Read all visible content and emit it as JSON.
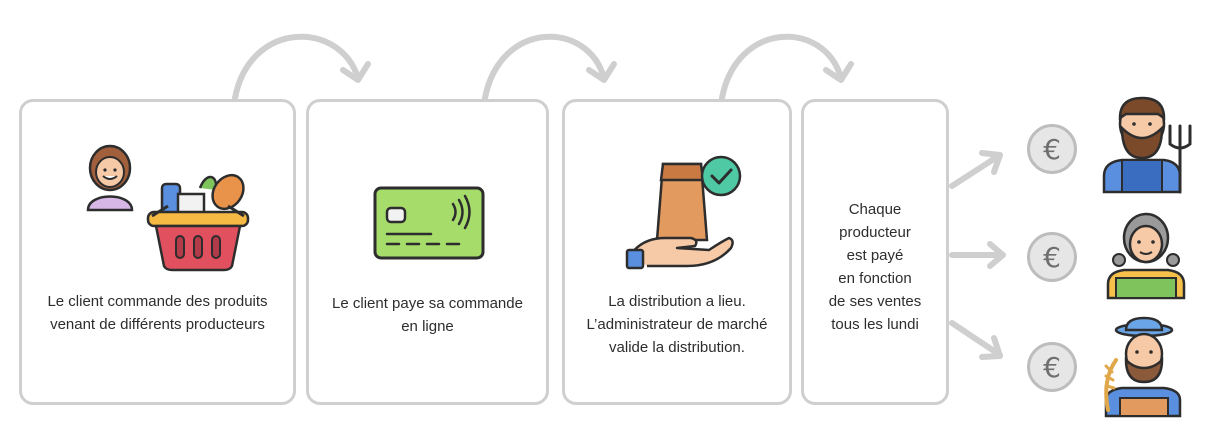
{
  "steps": [
    {
      "text": "Le client commande des produits\nvenant de différents producteurs"
    },
    {
      "text": "Le client paye sa commande\nen ligne"
    },
    {
      "text": "La distribution a lieu.\nL’administrateur de marché\nvalide la distribution."
    },
    {
      "text": "Chaque\nproducteur\nest payé\nen fonction\nde ses ventes\ntous les lundi"
    }
  ],
  "euro_symbol": "€",
  "colors": {
    "card_border": "#cfcfcf",
    "arrow": "#cfcfcf",
    "card_green": "#a6dd6a",
    "box": "#e29a5e",
    "check": "#4ec9a3",
    "basket": "#e0505e"
  },
  "icons": [
    "customer-icon",
    "grocery-basket-icon",
    "credit-card-icon",
    "package-delivery-icon",
    "euro-coin-icon",
    "farmer-icon"
  ]
}
